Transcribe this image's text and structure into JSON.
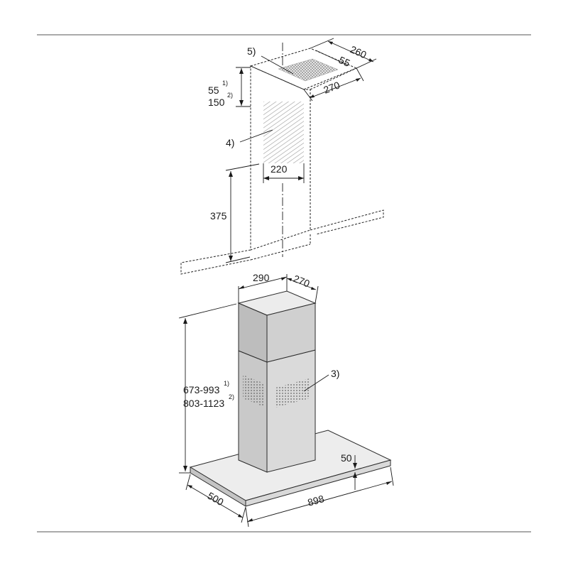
{
  "colors": {
    "line": "#1a1a1a",
    "hood_front": "#d9d9d9",
    "hood_side": "#c4c4c4",
    "hood_top": "#ededed",
    "hatch": "#9a9a9a"
  },
  "callouts": {
    "vent_grille": "3)",
    "duct_piece": "4)",
    "ceiling_plate": "5)"
  },
  "dimensions": {
    "plate_depth": "260",
    "plate_offset": "55",
    "plate_width": "270",
    "duct_offset_1": "55",
    "duct_offset_1_note": "1)",
    "duct_offset_2": "150",
    "duct_offset_2_note": "2)",
    "duct_width": "220",
    "gap_height": "375",
    "chimney_width": "290",
    "chimney_depth": "270",
    "height_range_1": "673-993",
    "height_range_1_note": "1)",
    "height_range_2": "803-1123",
    "height_range_2_note": "2)",
    "canopy_thickness": "50",
    "canopy_depth": "500",
    "canopy_width": "898"
  }
}
